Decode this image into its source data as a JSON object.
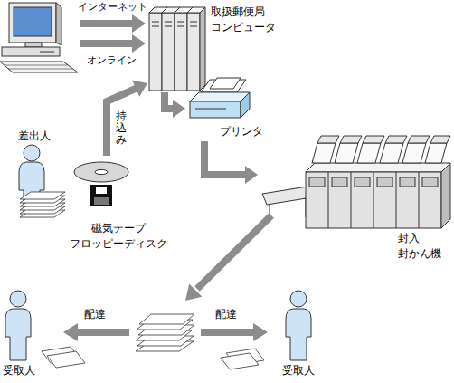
{
  "diagram": {
    "nodes": [
      {
        "text": [
          "取扱郵便局 コンピュータ"
        ]
      },
      {
        "text": [
          "プリンタ"
        ]
      },
      {
        "text": [
          "封入 封かん機"
        ]
      },
      {
        "text": [
          "差出人"
        ]
      },
      {
        "text": [
          "磁気テープ フロッピーディスク"
        ]
      },
      {
        "text": [
          "受取人"
        ]
      },
      {
        "text": [
          "受取人"
        ]
      }
    ],
    "edges": [
      {
        "from": 4,
        "to": 0,
        "label": "持込み",
        "arrow": "to"
      },
      {
        "from": 0,
        "to": 1,
        "arrow": "to"
      },
      {
        "from": 1,
        "to": 2,
        "arrow": "to"
      }
    ],
    "labels": [
      "インターネット",
      "オンライン",
      "配達",
      "配達"
    ]
  }
}
